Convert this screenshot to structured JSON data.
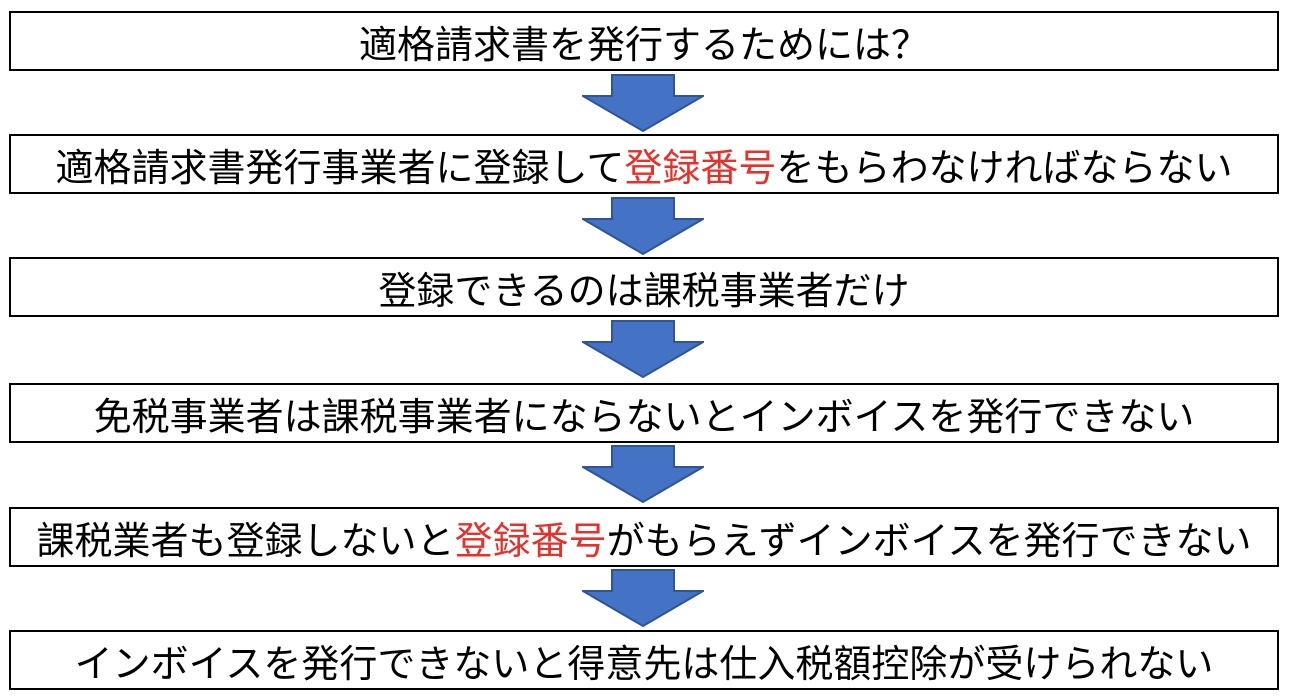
{
  "colors": {
    "arrow_fill": "#4472C4",
    "arrow_stroke": "#2F5597",
    "highlight": "#e8302a",
    "box_border": "#000000"
  },
  "steps": [
    {
      "parts": [
        {
          "text": "適格請求書を発行するためには？",
          "highlight": false
        }
      ]
    },
    {
      "parts": [
        {
          "text": "適格請求書発行事業者に登録して",
          "highlight": false
        },
        {
          "text": "登録番号",
          "highlight": true
        },
        {
          "text": "をもらわなければならない",
          "highlight": false
        }
      ]
    },
    {
      "parts": [
        {
          "text": "登録できるのは課税事業者だけ",
          "highlight": false
        }
      ]
    },
    {
      "parts": [
        {
          "text": "免税事業者は課税事業者にならないとインボイスを発行できない",
          "highlight": false
        }
      ]
    },
    {
      "parts": [
        {
          "text": "課税業者も登録しないと",
          "highlight": false
        },
        {
          "text": "登録番号",
          "highlight": true
        },
        {
          "text": "がもらえずインボイスを発行できない",
          "highlight": false
        }
      ]
    },
    {
      "parts": [
        {
          "text": "インボイスを発行できないと得意先は仕入税額控除が受けられない",
          "highlight": false
        }
      ]
    }
  ],
  "arrows": [
    {
      "icon": "down-arrow-icon"
    },
    {
      "icon": "down-arrow-icon"
    },
    {
      "icon": "down-arrow-icon"
    },
    {
      "icon": "down-arrow-icon"
    },
    {
      "icon": "down-arrow-icon"
    }
  ]
}
